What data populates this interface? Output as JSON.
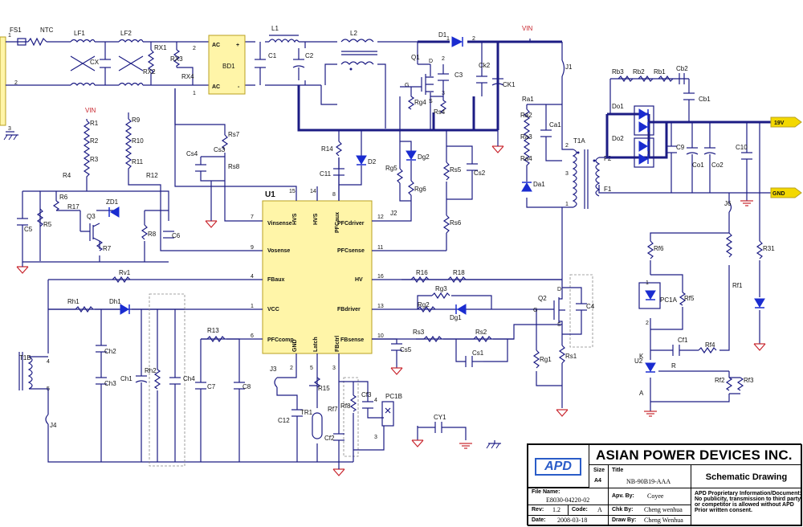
{
  "schematic": {
    "labels": {
      "FS1": "FS1",
      "NTC": "NTC",
      "LF1": "LF1",
      "LF2": "LF2",
      "CX": "CX",
      "RX1": "RX1",
      "RX2": "RX2",
      "RX3": "RX3",
      "RX4": "RX4",
      "BD1": "BD1",
      "L1": "L1",
      "L2": "L2",
      "C1": "C1",
      "C2": "C2",
      "D1": "D1",
      "Q1": "Q1",
      "C3": "C3",
      "Ck2": "Ck2",
      "CK1": "CK1",
      "VIN": "VIN",
      "J1": "J1",
      "Rg4": "Rg4",
      "Rs4": "Rs4",
      "R14": "R14",
      "D2": "D2",
      "Dg2": "Dg2",
      "Rg5": "Rg5",
      "Rg6": "Rg6",
      "Rs5": "Rs5",
      "Cs2": "Cs2",
      "Rs6": "Rs6",
      "C11": "C11",
      "Rs7": "Rs7",
      "Cs3": "Cs3",
      "Cs4": "Cs4",
      "Rs8": "Rs8",
      "R1": "R1",
      "R2": "R2",
      "R3": "R3",
      "R4": "R4",
      "R5": "R5",
      "R6": "R6",
      "R7": "R7",
      "R8": "R8",
      "R9": "R9",
      "R10": "R10",
      "R11": "R11",
      "R12": "R12",
      "R13": "R13",
      "R15": "R15",
      "R16": "R16",
      "R17": "R17",
      "R18": "R18",
      "ZD1": "ZD1",
      "Q3": "Q3",
      "C5": "C5",
      "C6": "C6",
      "C7": "C7",
      "C8": "C8",
      "C12": "C12",
      "TR1": "TR1",
      "Cf2": "Cf2",
      "Rf7": "Rf7",
      "Rf8": "Rf8",
      "Cf3": "Cf3",
      "PC1B": "PC1B",
      "J3": "J3",
      "J2": "J2",
      "J4": "J4",
      "Rv1": "Rv1",
      "Rh1": "Rh1",
      "Dh1": "Dh1",
      "Ch1": "Ch1",
      "Ch2": "Ch2",
      "Ch3": "Ch3",
      "Ch4": "Ch4",
      "Rh2": "Rh2",
      "T1B": "T1B",
      "T1A": "T1A",
      "Ra1": "Ra1",
      "Ra2": "Ra2",
      "Ra3": "Ra3",
      "Ra4": "Ra4",
      "Ca1": "Ca1",
      "Da1": "Da1",
      "Rg3": "Rg3",
      "Rg2": "Rg2",
      "Dg1": "Dg1",
      "Q2": "Q2",
      "C4": "C4",
      "Rs1": "Rs1",
      "Rs2": "Rs2",
      "Rs3": "Rs3",
      "Cs1": "Cs1",
      "Cs5": "Cs5",
      "Rg1": "Rg1",
      "Rb1": "Rb1",
      "Rb2": "Rb2",
      "Rb3": "Rb3",
      "Cb1": "Cb1",
      "Cb2": "Cb2",
      "Do1": "Do1",
      "Do2": "Do2",
      "C9": "C9",
      "Co1": "Co1",
      "Co2": "Co2",
      "C10": "C10",
      "F1": "F1",
      "F2": "F2",
      "J6": "J6",
      "Rf6": "Rf6",
      "Rf5": "Rf5",
      "PC1A": "PC1A",
      "Cf1": "Cf1",
      "Rf4": "Rf4",
      "U2": "U2",
      "Rf2": "Rf2",
      "Rf3": "Rf3",
      "Rf1": "Rf1",
      "R31": "R31",
      "CY1": "CY1",
      "U1": "U1",
      "AC1": "AC",
      "AC2": "AC",
      "PLUS": "+",
      "MINUS": "-",
      "V19": "19V",
      "GND": "GND",
      "K": "K",
      "A": "A",
      "R": "R"
    },
    "ic_pins": {
      "Vinsense": "Vinsense",
      "Vosense": "Vosense",
      "FBaux": "FBaux",
      "VCC": "VCC",
      "PFCcomp": "PFCcomp",
      "PFCdriver": "PFCdriver",
      "PFCsense": "PFCsense",
      "HV": "HV",
      "FBdriver": "FBdriver",
      "FBsense": "FBsense",
      "HVS1": "HVS",
      "HVS2": "HVS",
      "PFCaux": "PFCaux",
      "GND": "GND",
      "Latch": "Latch",
      "FBctrl": "FBctrl"
    },
    "pin_numbers": {
      "p7": "7",
      "p9": "9",
      "p4": "4",
      "p1": "1",
      "p6": "6",
      "p12": "12",
      "p11": "11",
      "p16": "16",
      "p13": "13",
      "p10": "10",
      "p15": "15",
      "p14": "14",
      "p8": "8",
      "p2": "2",
      "p5": "5",
      "p3": "3",
      "n1": "1",
      "n2": "2",
      "n3": "3",
      "t4": "4",
      "t5": "5",
      "t3": "3",
      "tw2": "2",
      "tw1": "1",
      "pc1": "1",
      "pc2": "2",
      "pcb4": "4",
      "pcb3": "3",
      "d1a": "1",
      "d1b": "2",
      "q1d": "D",
      "q1g": "G",
      "q1s": "S",
      "q2d": "D",
      "q2g": "G",
      "q2s": "S",
      "bdp2": "2",
      "bdp1": "1",
      "q1p2": "2",
      "q1p3": "3",
      "q1p1": "1"
    }
  },
  "title_block": {
    "company": "ASIAN POWER DEVICES INC.",
    "logo_text": "APD",
    "size_label": "Size",
    "size_value": "A4",
    "title_label": "Title",
    "title_value": "NB-90B19-AAA",
    "drawing_type": "Schematic Drawing",
    "file_label": "File Name:",
    "file_value": "E8030-04220-02",
    "apv_label": "Apv. By:",
    "apv_value": "Coyee",
    "rev_label": "Rev:",
    "rev_value": "1.2",
    "code_label": "Code:",
    "code_value": "A",
    "chk_label": "Chk By:",
    "chk_value": "Cheng wenhua",
    "date_label": "Date:",
    "date_value": "2008-03-18",
    "draw_label": "Draw By:",
    "draw_value": "Cheng Wenhua",
    "proprietary": [
      "APD Proprietary Information/Document:",
      "No publicity, transmission to third party",
      "or competitor is allowed without APD",
      "Prior written consent."
    ]
  }
}
